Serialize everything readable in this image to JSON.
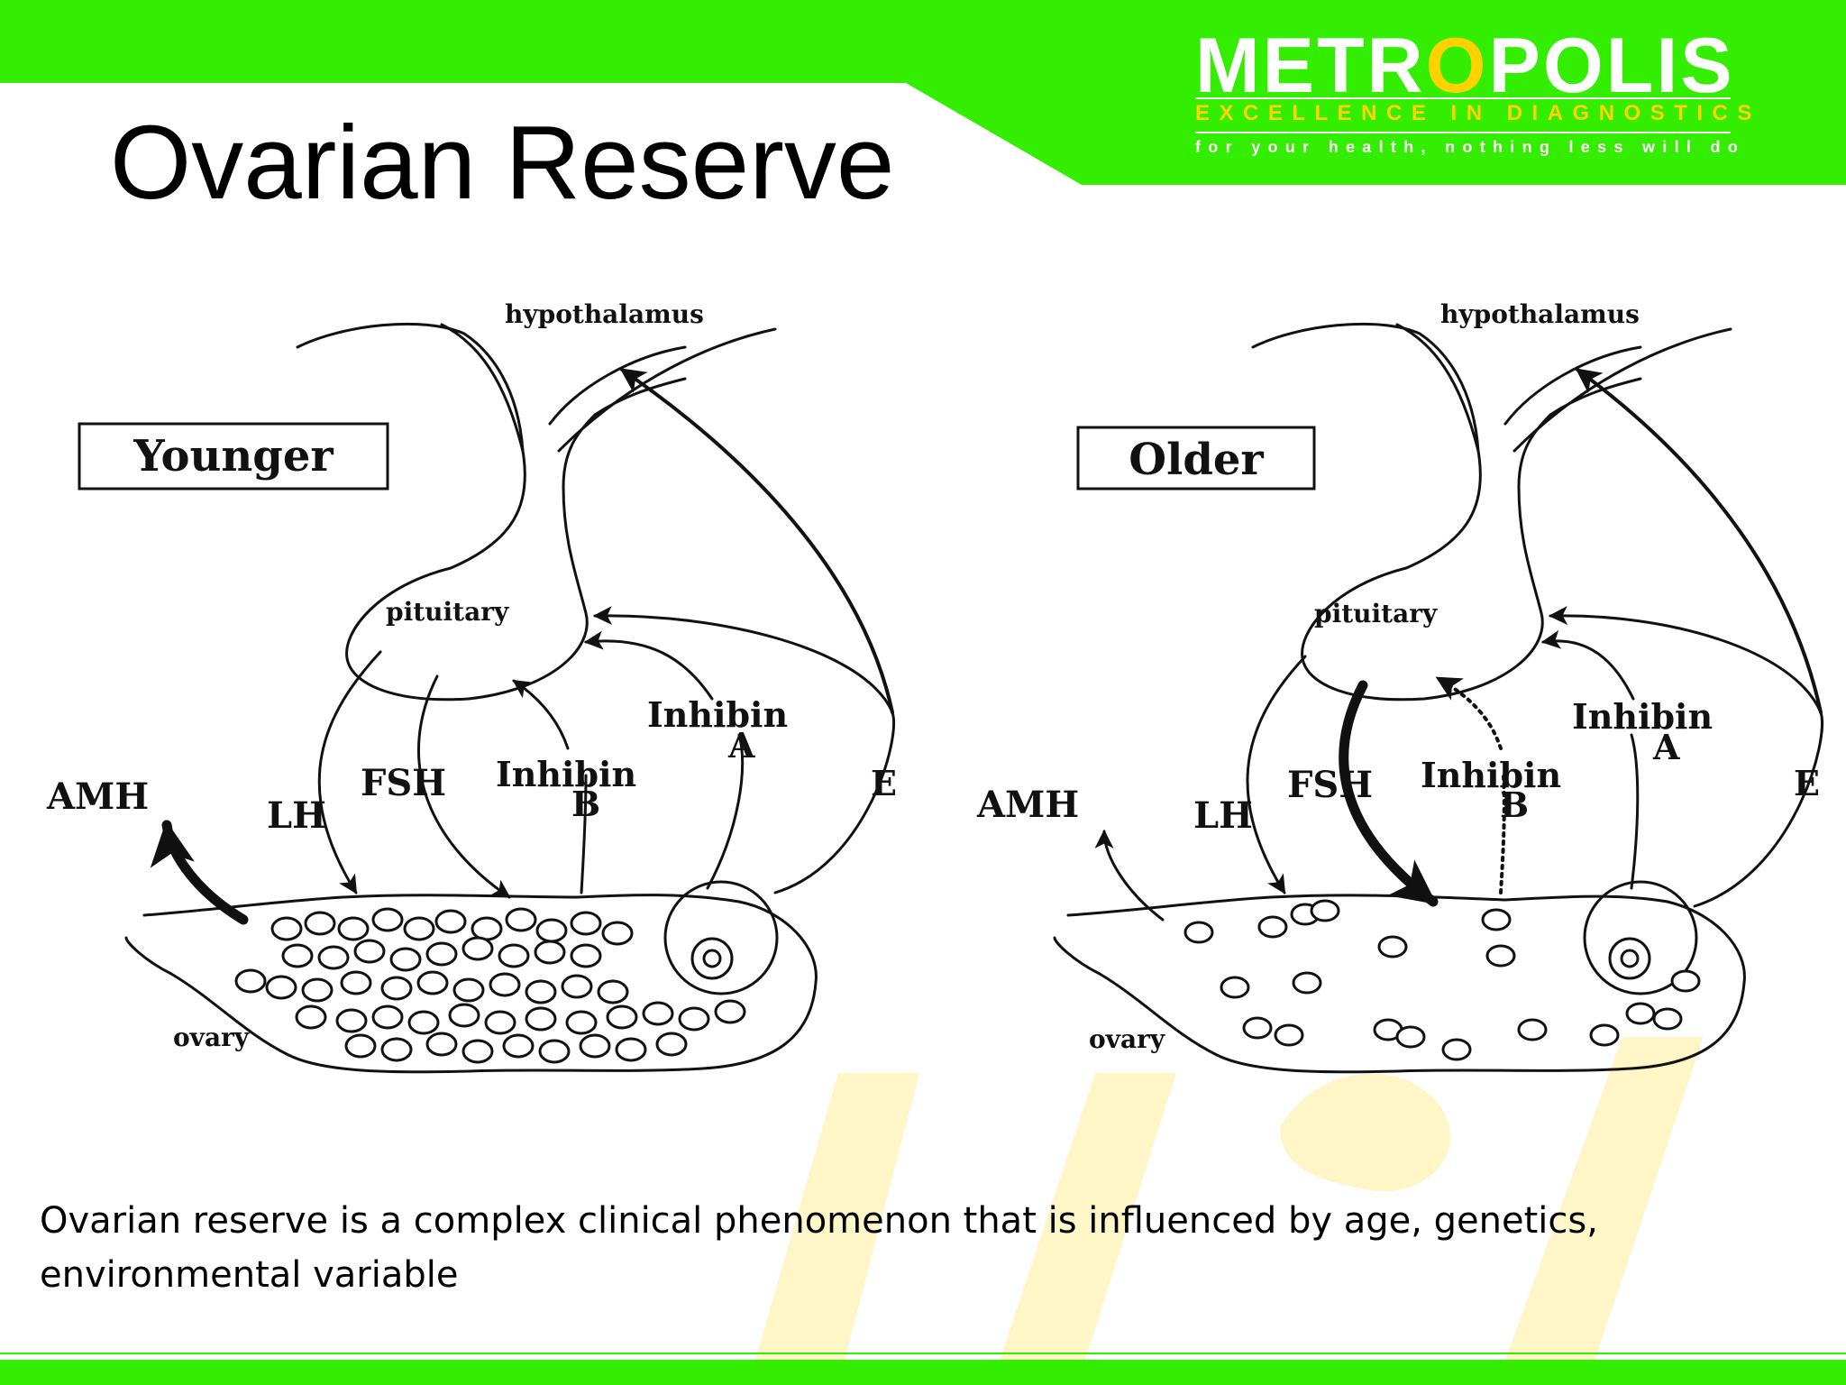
{
  "slide": {
    "title": "Ovarian Reserve",
    "caption_lines": [
      "Ovarian reserve is a complex clinical phenomenon that is influenced by age, genetics,",
      "environmental variable"
    ]
  },
  "logo": {
    "name_part1": "METR",
    "name_o": "O",
    "name_part2": "POLIS",
    "tagline": "EXCELLENCE IN DIAGNOSTICS",
    "slogan": "for your health, nothing less will do"
  },
  "diagram": {
    "younger": {
      "box_label": "Younger",
      "hypothalamus": "hypothalamus",
      "pituitary": "pituitary",
      "ovary": "ovary",
      "amh": "AMH",
      "lh": "LH",
      "fsh": "FSH",
      "inhibin_b_1": "Inhibin",
      "inhibin_b_2": "B",
      "inhibin_a_1": "Inhibin",
      "inhibin_a_2": "A",
      "estrogen": "E"
    },
    "older": {
      "box_label": "Older",
      "hypothalamus": "hypothalamus",
      "pituitary": "pituitary",
      "ovary": "ovary",
      "amh": "AMH",
      "lh": "LH",
      "fsh": "FSH",
      "inhibin_b_1": "Inhibin",
      "inhibin_b_2": "B",
      "inhibin_a_1": "Inhibin",
      "inhibin_a_2": "A",
      "estrogen": "E"
    }
  },
  "colors": {
    "brand_green": "#33ee00",
    "brand_yellow": "#ffd200",
    "watermark_yellow": "#fff6c8"
  }
}
